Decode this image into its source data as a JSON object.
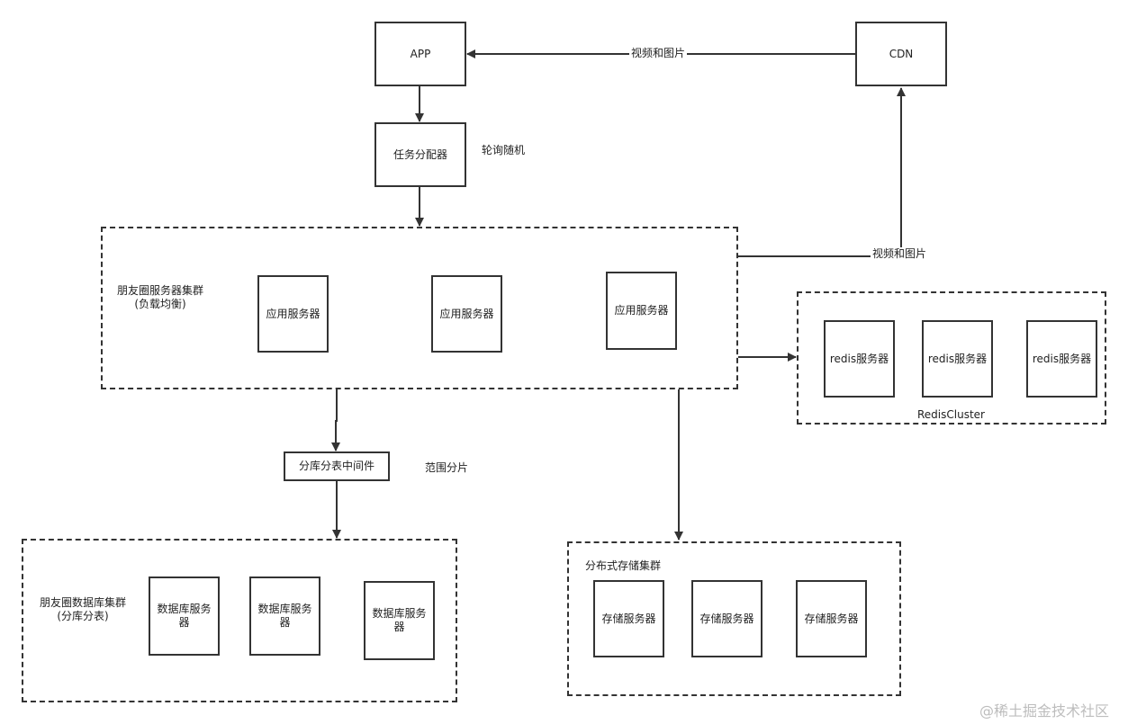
{
  "nodes": {
    "app": "APP",
    "cdn": "CDN",
    "dispatcher": "任务分配器",
    "sharding_middleware": "分库分表中间件"
  },
  "annotations": {
    "dispatcher_strategy": "轮询随机",
    "sharding_strategy": "范围分片"
  },
  "edges": {
    "cdn_to_app": "视频和图片",
    "cluster_to_cdn": "视频和图片"
  },
  "groups": {
    "app_cluster": {
      "title_line1": "朋友圈服务器集群",
      "title_line2": "(负载均衡)",
      "servers": [
        "应用服务器",
        "应用服务器",
        "应用服务器"
      ]
    },
    "redis_cluster": {
      "caption": "RedisCluster",
      "servers": [
        "redis服务器",
        "redis服务器",
        "redis服务器"
      ]
    },
    "db_cluster": {
      "title_line1": "朋友圈数据库集群",
      "title_line2": "(分库分表)",
      "servers": [
        "数据库服务器",
        "数据库服务器",
        "数据库服务器"
      ]
    },
    "storage_cluster": {
      "title": "分布式存储集群",
      "servers": [
        "存储服务器",
        "存储服务器",
        "存储服务器"
      ]
    }
  },
  "watermark": "@稀土掘金技术社区"
}
